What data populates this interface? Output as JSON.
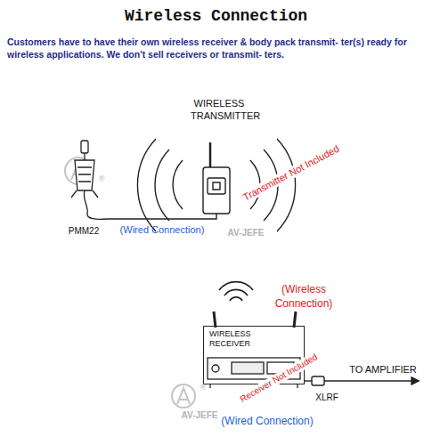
{
  "diagram": {
    "title": "Wireless Connection",
    "nodes": [
      {
        "text": [
          "PMM22"
        ]
      },
      {
        "text": [
          "WIRELESS TRANSMITTER"
        ]
      },
      {
        "text": [
          "WIRELESS RECEIVER"
        ]
      }
    ],
    "edges": [
      {
        "from": 0,
        "to": 1,
        "arrow": "none"
      }
    ],
    "labels": [
      "Customers have to have their own wireless receiver & body pack transmit- ter(s) ready for wireless applications. We don't sell receivers or transmit- ters.",
      "(Wired Connection)",
      "Transmitter Not Included",
      "AV-JEFE",
      "®",
      "(Wireless Connection)",
      "Receiver Not Included",
      "XLRF",
      "TO AMPLIFIER",
      "(Wired Connection)",
      "AV-JEFE",
      "®"
    ]
  }
}
